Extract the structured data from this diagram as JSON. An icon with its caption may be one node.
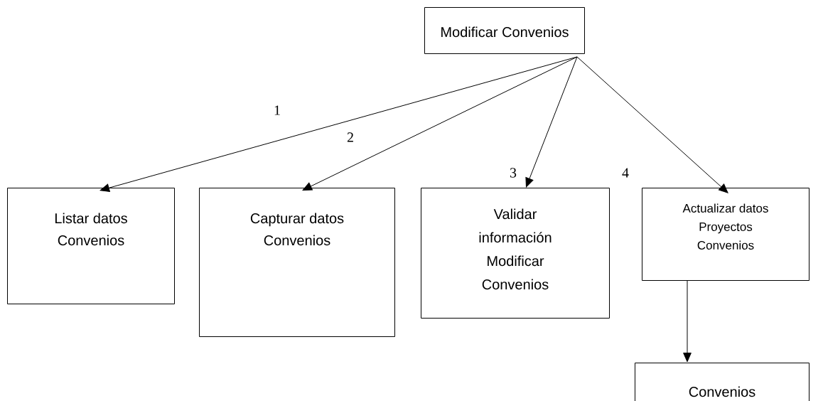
{
  "diagram": {
    "nodes": [
      {
        "text": [
          "Modificar Convenios"
        ]
      },
      {
        "text": [
          "Listar datos Convenios"
        ]
      },
      {
        "text": [
          "Capturar datos Convenios"
        ]
      },
      {
        "text": [
          "Validar información Modificar Convenios"
        ]
      },
      {
        "text": [
          "Actualizar datos Proyectos Convenios"
        ]
      },
      {
        "text": [
          "Convenios"
        ]
      }
    ],
    "edges": [
      {
        "from": 0,
        "to": 1,
        "arrow": "to",
        "label": "1"
      },
      {
        "from": 0,
        "to": 2,
        "arrow": "to",
        "label": "2"
      },
      {
        "from": 0,
        "to": 3,
        "arrow": "to",
        "label": "3"
      },
      {
        "from": 0,
        "to": 4,
        "arrow": "to",
        "label": "4"
      },
      {
        "from": 4,
        "to": 5,
        "arrow": "to"
      }
    ]
  }
}
